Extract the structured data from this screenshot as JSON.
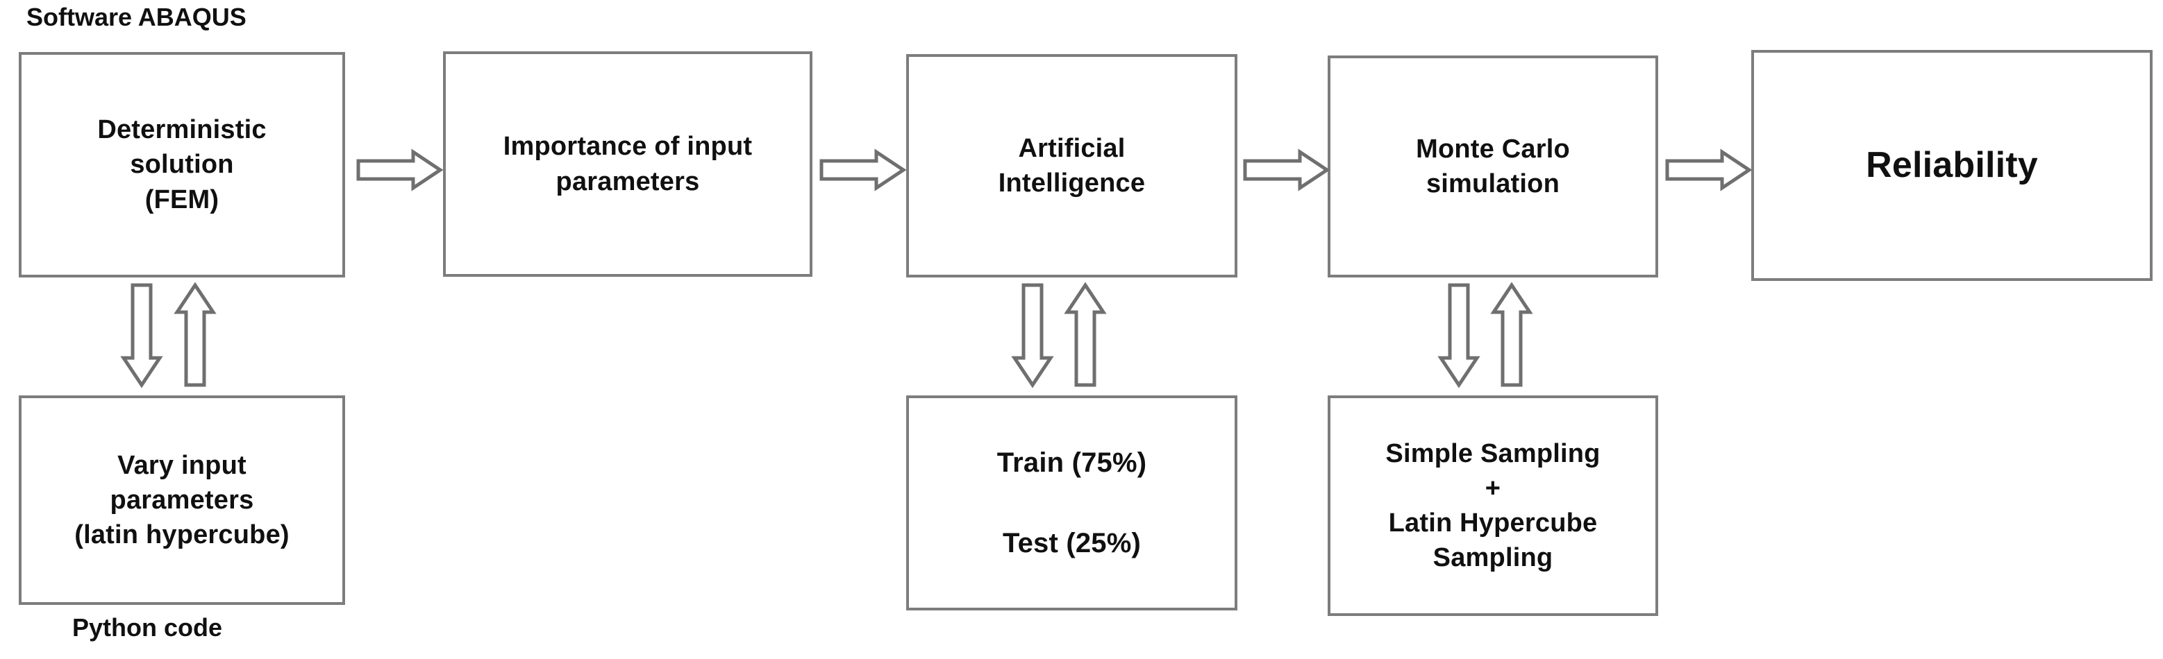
{
  "diagram": {
    "title_label": "Software ABAQUS",
    "footer_label": "Python code",
    "colors": {
      "box_border": "#7d7d7d",
      "arrow_stroke": "#6f6f6f",
      "text": "#101010",
      "background": "#ffffff"
    },
    "top_row": [
      {
        "id": "deterministic-solution",
        "label": "Deterministic\nsolution\n(FEM)"
      },
      {
        "id": "importance-of-input-parameters",
        "label": "Importance of input\nparameters"
      },
      {
        "id": "artificial-intelligence",
        "label": "Artificial\nIntelligence"
      },
      {
        "id": "monte-carlo-simulation",
        "label": "Monte Carlo\nsimulation"
      },
      {
        "id": "reliability",
        "label": "Reliability"
      }
    ],
    "bottom_row": [
      {
        "id": "vary-input-parameters",
        "label": "Vary input\nparameters\n(latin hypercube)"
      },
      {
        "id": "train-test-split",
        "label": "Train (75%)\n\nTest  (25%)"
      },
      {
        "id": "sampling-methods",
        "label": "Simple Sampling\n+\nLatin Hypercube\nSampling"
      }
    ],
    "flow_arrows": [
      {
        "id": "arrow-deterministic-to-importance",
        "direction": "right"
      },
      {
        "id": "arrow-importance-to-ai",
        "direction": "right"
      },
      {
        "id": "arrow-ai-to-monte-carlo",
        "direction": "right"
      },
      {
        "id": "arrow-monte-carlo-to-reliability",
        "direction": "right"
      }
    ],
    "bidirectional_links": [
      {
        "id": "link-deterministic-vary-input",
        "down": "down",
        "up": "up"
      },
      {
        "id": "link-ai-train-test",
        "down": "down",
        "up": "up"
      },
      {
        "id": "link-monte-carlo-sampling",
        "down": "down",
        "up": "up"
      }
    ]
  }
}
